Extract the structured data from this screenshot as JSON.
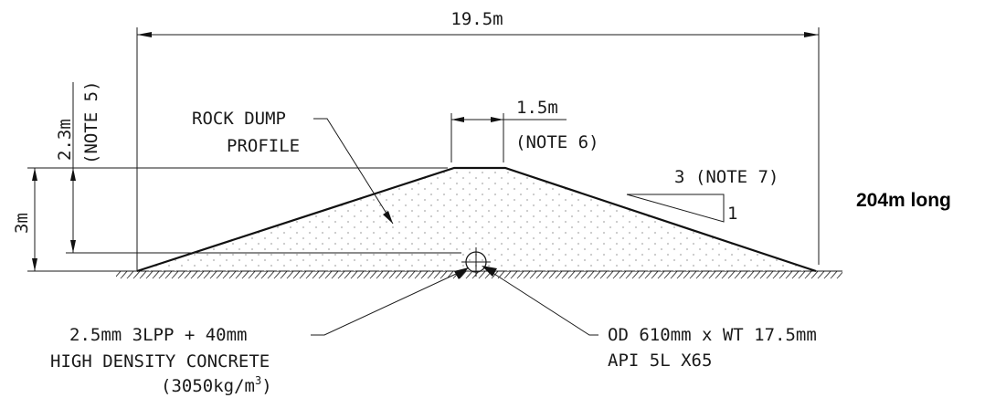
{
  "dimensions": {
    "overall_width": "19.5m",
    "crest_width": "1.5m",
    "crest_width_note": "(NOTE 6)",
    "cover_height": "2.3m",
    "cover_height_note": "(NOTE 5)",
    "total_height": "3m"
  },
  "labels": {
    "rock_dump_line1": "ROCK DUMP",
    "rock_dump_line2": "PROFILE",
    "slope_ratio": "3 (NOTE 7)",
    "slope_rise": "1",
    "coating_line1": "2.5mm 3LPP + 40mm",
    "coating_line2": "HIGH DENSITY CONCRETE",
    "coating_line3_prefix": "(3050kg/m",
    "coating_line3_sup": "3",
    "coating_line3_suffix": ")",
    "pipe_line1": "OD 610mm x WT 17.5mm",
    "pipe_line2": "API 5L X65",
    "length": "204m long"
  },
  "colors": {
    "ink": "#1a1a1a",
    "fill_dots": "#c8c8c8"
  }
}
